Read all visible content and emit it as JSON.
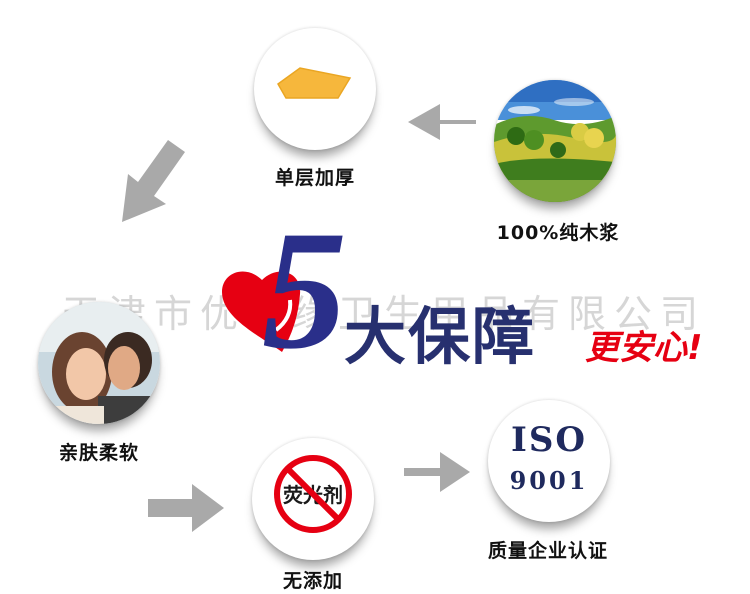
{
  "watermark": "天津市优利缘卫生用品有限公司",
  "headline": {
    "number": "5",
    "main": "大保障",
    "sub": "更安心!"
  },
  "items": [
    {
      "label": "单层加厚",
      "icon": "thick-pad-icon"
    },
    {
      "label": "100%纯木浆",
      "icon": "forest-icon"
    },
    {
      "label": "亲肤柔软",
      "icon": "couple-photo"
    },
    {
      "label": "无添加",
      "icon": "no-fluorescent-icon",
      "badge_text": "荧光剂"
    },
    {
      "label": "质量企业认证",
      "icon": "iso-badge",
      "badge_line1": "ISO",
      "badge_line2": "9001"
    }
  ],
  "colors": {
    "navy": "#27306f",
    "red": "#e60012",
    "pad": "#f6b73c",
    "arrow": "#a9a9a9"
  }
}
